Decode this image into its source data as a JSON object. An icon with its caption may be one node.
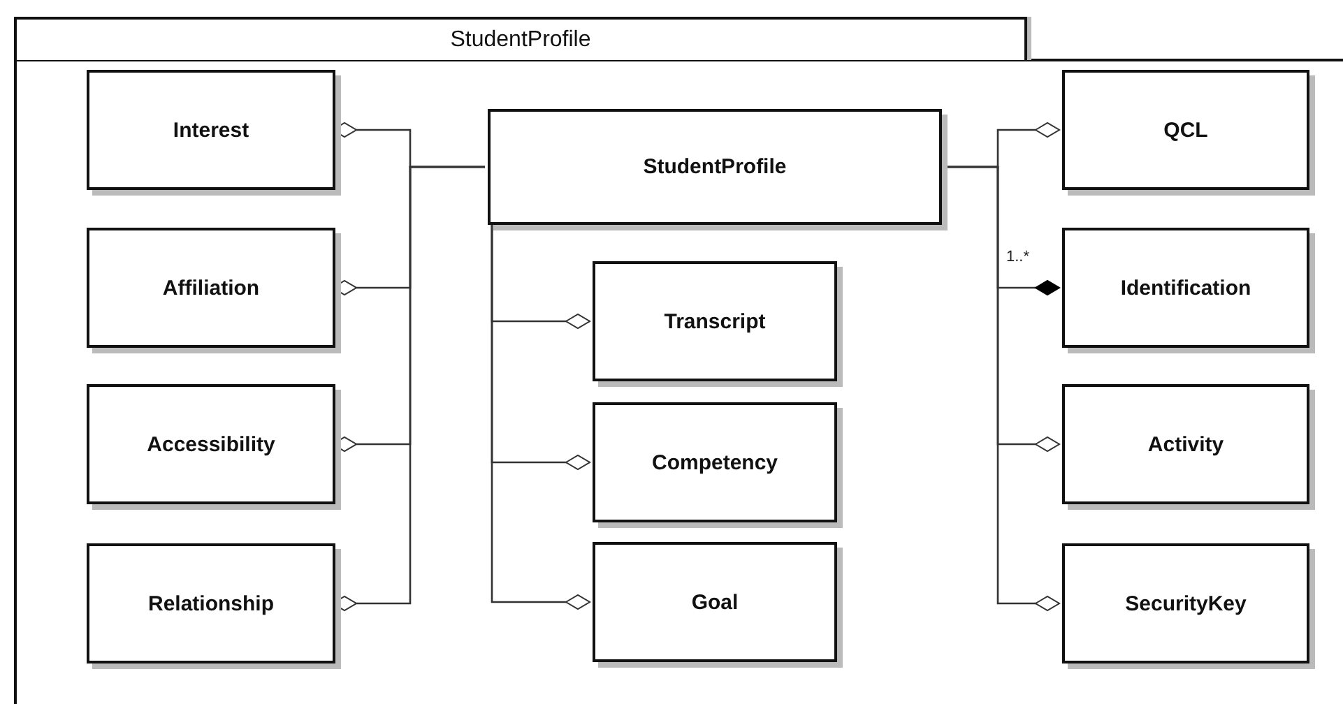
{
  "diagram": {
    "nodes": [
      {
        "text": [
          "StudentProfile"
        ]
      },
      {
        "text": [
          "Interest"
        ],
        "in": 0
      },
      {
        "text": [
          "Affiliation"
        ],
        "in": 0
      },
      {
        "text": [
          "Accessibility"
        ],
        "in": 0
      },
      {
        "text": [
          "Relationship"
        ],
        "in": 0
      },
      {
        "text": [
          "StudentProfile"
        ],
        "in": 0
      },
      {
        "text": [
          "Transcript"
        ],
        "in": 0
      },
      {
        "text": [
          "Competency"
        ],
        "in": 0
      },
      {
        "text": [
          "Goal"
        ],
        "in": 0
      },
      {
        "text": [
          "QCL"
        ],
        "in": 0
      },
      {
        "text": [
          "Identification"
        ],
        "in": 0
      },
      {
        "text": [
          "Activity"
        ],
        "in": 0
      },
      {
        "text": [
          "SecurityKey"
        ],
        "in": 0
      }
    ],
    "edges": [
      {
        "from": 5,
        "to": 1,
        "arrow": "other"
      },
      {
        "from": 5,
        "to": 2,
        "arrow": "other"
      },
      {
        "from": 5,
        "to": 3,
        "arrow": "other"
      },
      {
        "from": 5,
        "to": 4,
        "arrow": "other"
      },
      {
        "from": 5,
        "to": 6,
        "arrow": "other"
      },
      {
        "from": 5,
        "to": 7,
        "arrow": "other"
      },
      {
        "from": 5,
        "to": 8,
        "arrow": "other"
      },
      {
        "from": 5,
        "to": 9,
        "arrow": "other"
      },
      {
        "from": 5,
        "to": 10,
        "arrow": "other",
        "label": "1..*"
      },
      {
        "from": 5,
        "to": 11,
        "arrow": "other"
      },
      {
        "from": 5,
        "to": 12,
        "arrow": "other"
      }
    ]
  }
}
